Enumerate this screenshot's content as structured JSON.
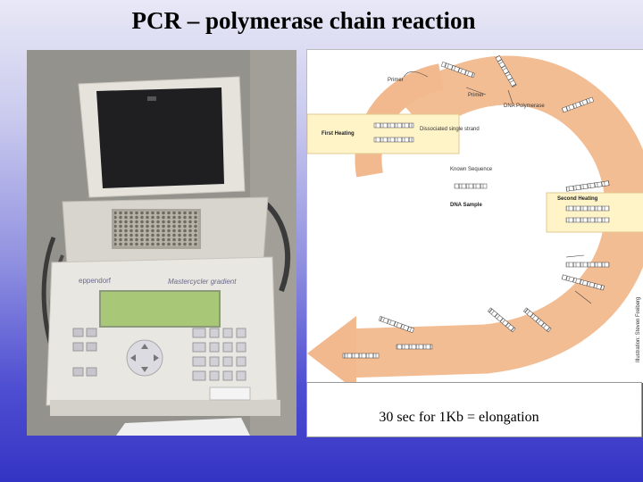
{
  "slide": {
    "title": "PCR – polymerase chain reaction",
    "caption": "30 sec for 1Kb = elongation"
  },
  "photo": {
    "brand": "eppendorf",
    "model": "Mastercycler gradient"
  },
  "diagram": {
    "labels": {
      "primer1": "Primer",
      "primer2": "Primer",
      "dna_polymerase": "DNA Polymerase",
      "first_heating": "First Heating",
      "dissociated": "Dissociated single strand",
      "known_sequence": "Known Sequence",
      "dna_sample": "DNA Sample",
      "second_heating": "Second Heating",
      "credit": "Illustration: Steven Freiberg"
    }
  },
  "colors": {
    "arrow": "#f2b98e",
    "heating_box": "#fff4c8",
    "lcd": "#a8c878",
    "title": "#000000"
  }
}
